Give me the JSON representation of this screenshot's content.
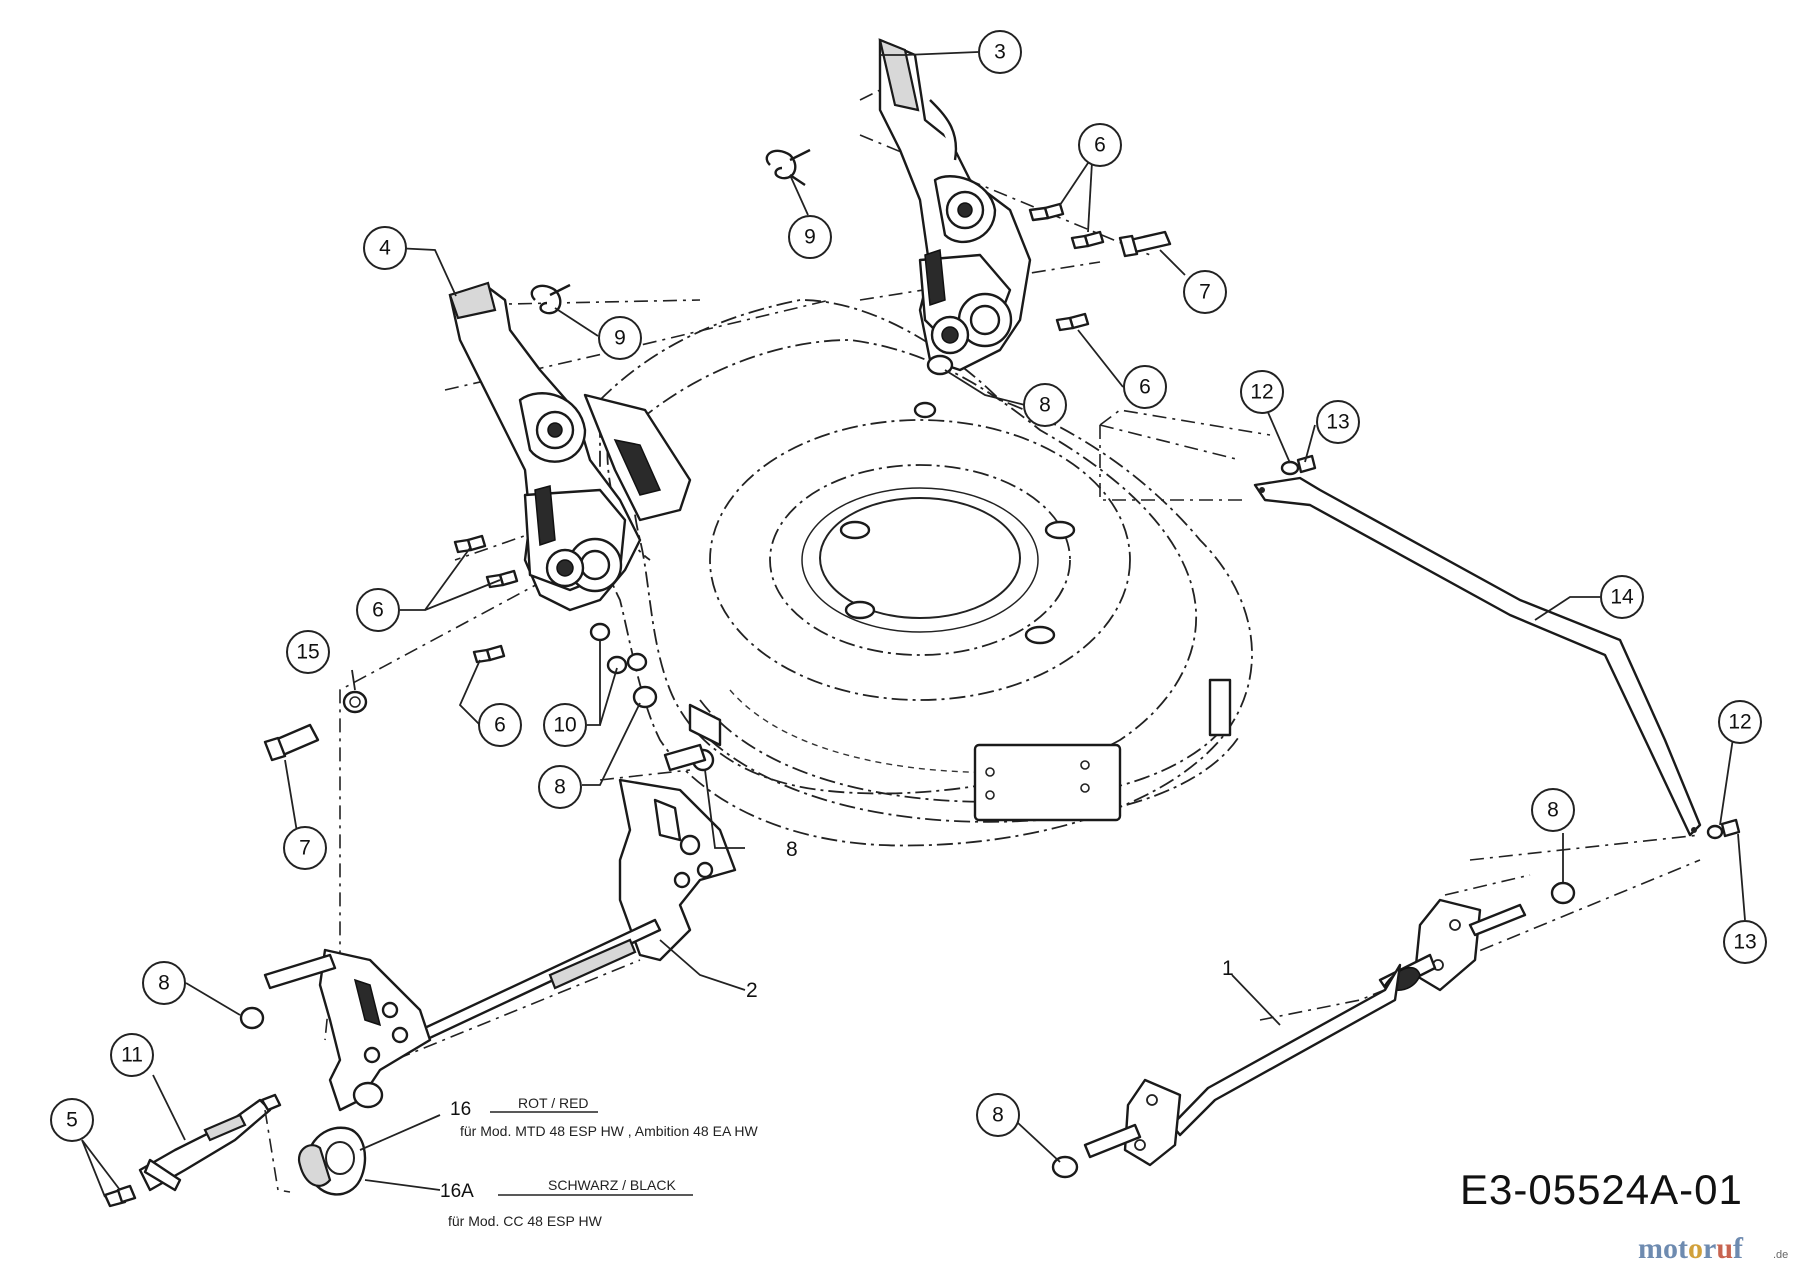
{
  "diagram": {
    "drawing_number": "E3-05524A-01",
    "watermark": {
      "text_main": "motoruf",
      "text_suffix": ".de"
    },
    "callouts": [
      {
        "id": "c3",
        "label": "3"
      },
      {
        "id": "c6a",
        "label": "6"
      },
      {
        "id": "c7a",
        "label": "7"
      },
      {
        "id": "c9a",
        "label": "9"
      },
      {
        "id": "c4",
        "label": "4"
      },
      {
        "id": "c9b",
        "label": "9"
      },
      {
        "id": "c6b",
        "label": "6"
      },
      {
        "id": "c8a",
        "label": "8"
      },
      {
        "id": "c12a",
        "label": "12"
      },
      {
        "id": "c13a",
        "label": "13"
      },
      {
        "id": "c14",
        "label": "14"
      },
      {
        "id": "c6c",
        "label": "6"
      },
      {
        "id": "c15",
        "label": "15"
      },
      {
        "id": "c6d",
        "label": "6"
      },
      {
        "id": "c10",
        "label": "10"
      },
      {
        "id": "c8b",
        "label": "8"
      },
      {
        "id": "c7b",
        "label": "7"
      },
      {
        "id": "c12b",
        "label": "12"
      },
      {
        "id": "c8c",
        "label": "8"
      },
      {
        "id": "c13b",
        "label": "13"
      },
      {
        "id": "c8d",
        "label": "8"
      },
      {
        "id": "c11",
        "label": "11"
      },
      {
        "id": "c5",
        "label": "5"
      },
      {
        "id": "c8e",
        "label": "8"
      }
    ],
    "plain_labels": [
      {
        "id": "p8",
        "label": "8"
      },
      {
        "id": "p2",
        "label": "2"
      },
      {
        "id": "p1",
        "label": "1"
      }
    ],
    "variants": [
      {
        "id": "v16",
        "label": "16",
        "color": "ROT / RED",
        "models": "für Mod. MTD 48 ESP HW , Ambition 48 EA HW"
      },
      {
        "id": "v16a",
        "label": "16A",
        "color": "SCHWARZ / BLACK",
        "models": "für Mod. CC 48 ESP HW"
      }
    ]
  }
}
